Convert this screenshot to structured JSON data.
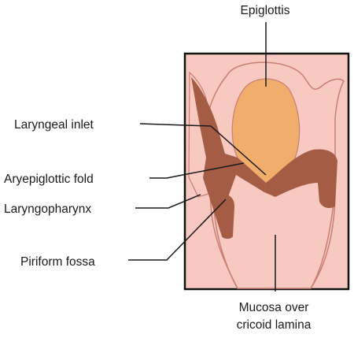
{
  "labels": {
    "epiglottis": "Epiglottis",
    "laryngeal_inlet": "Laryngeal inlet",
    "aryepiglottic_fold": "Aryepiglottic fold",
    "laryngopharynx": "Laryngopharynx",
    "piriform_fossa": "Piriform fossa",
    "mucosa_line1": "Mucosa over",
    "mucosa_line2": "cricoid lamina"
  },
  "colors": {
    "mucosa_pink": "#f8c9c0",
    "mucosa_outline": "#c97e74",
    "epiglottis_orange": "#f0ad6c",
    "fold_brown": "#a45c44",
    "frame": "#111111",
    "leader": "#1a1a1a"
  }
}
